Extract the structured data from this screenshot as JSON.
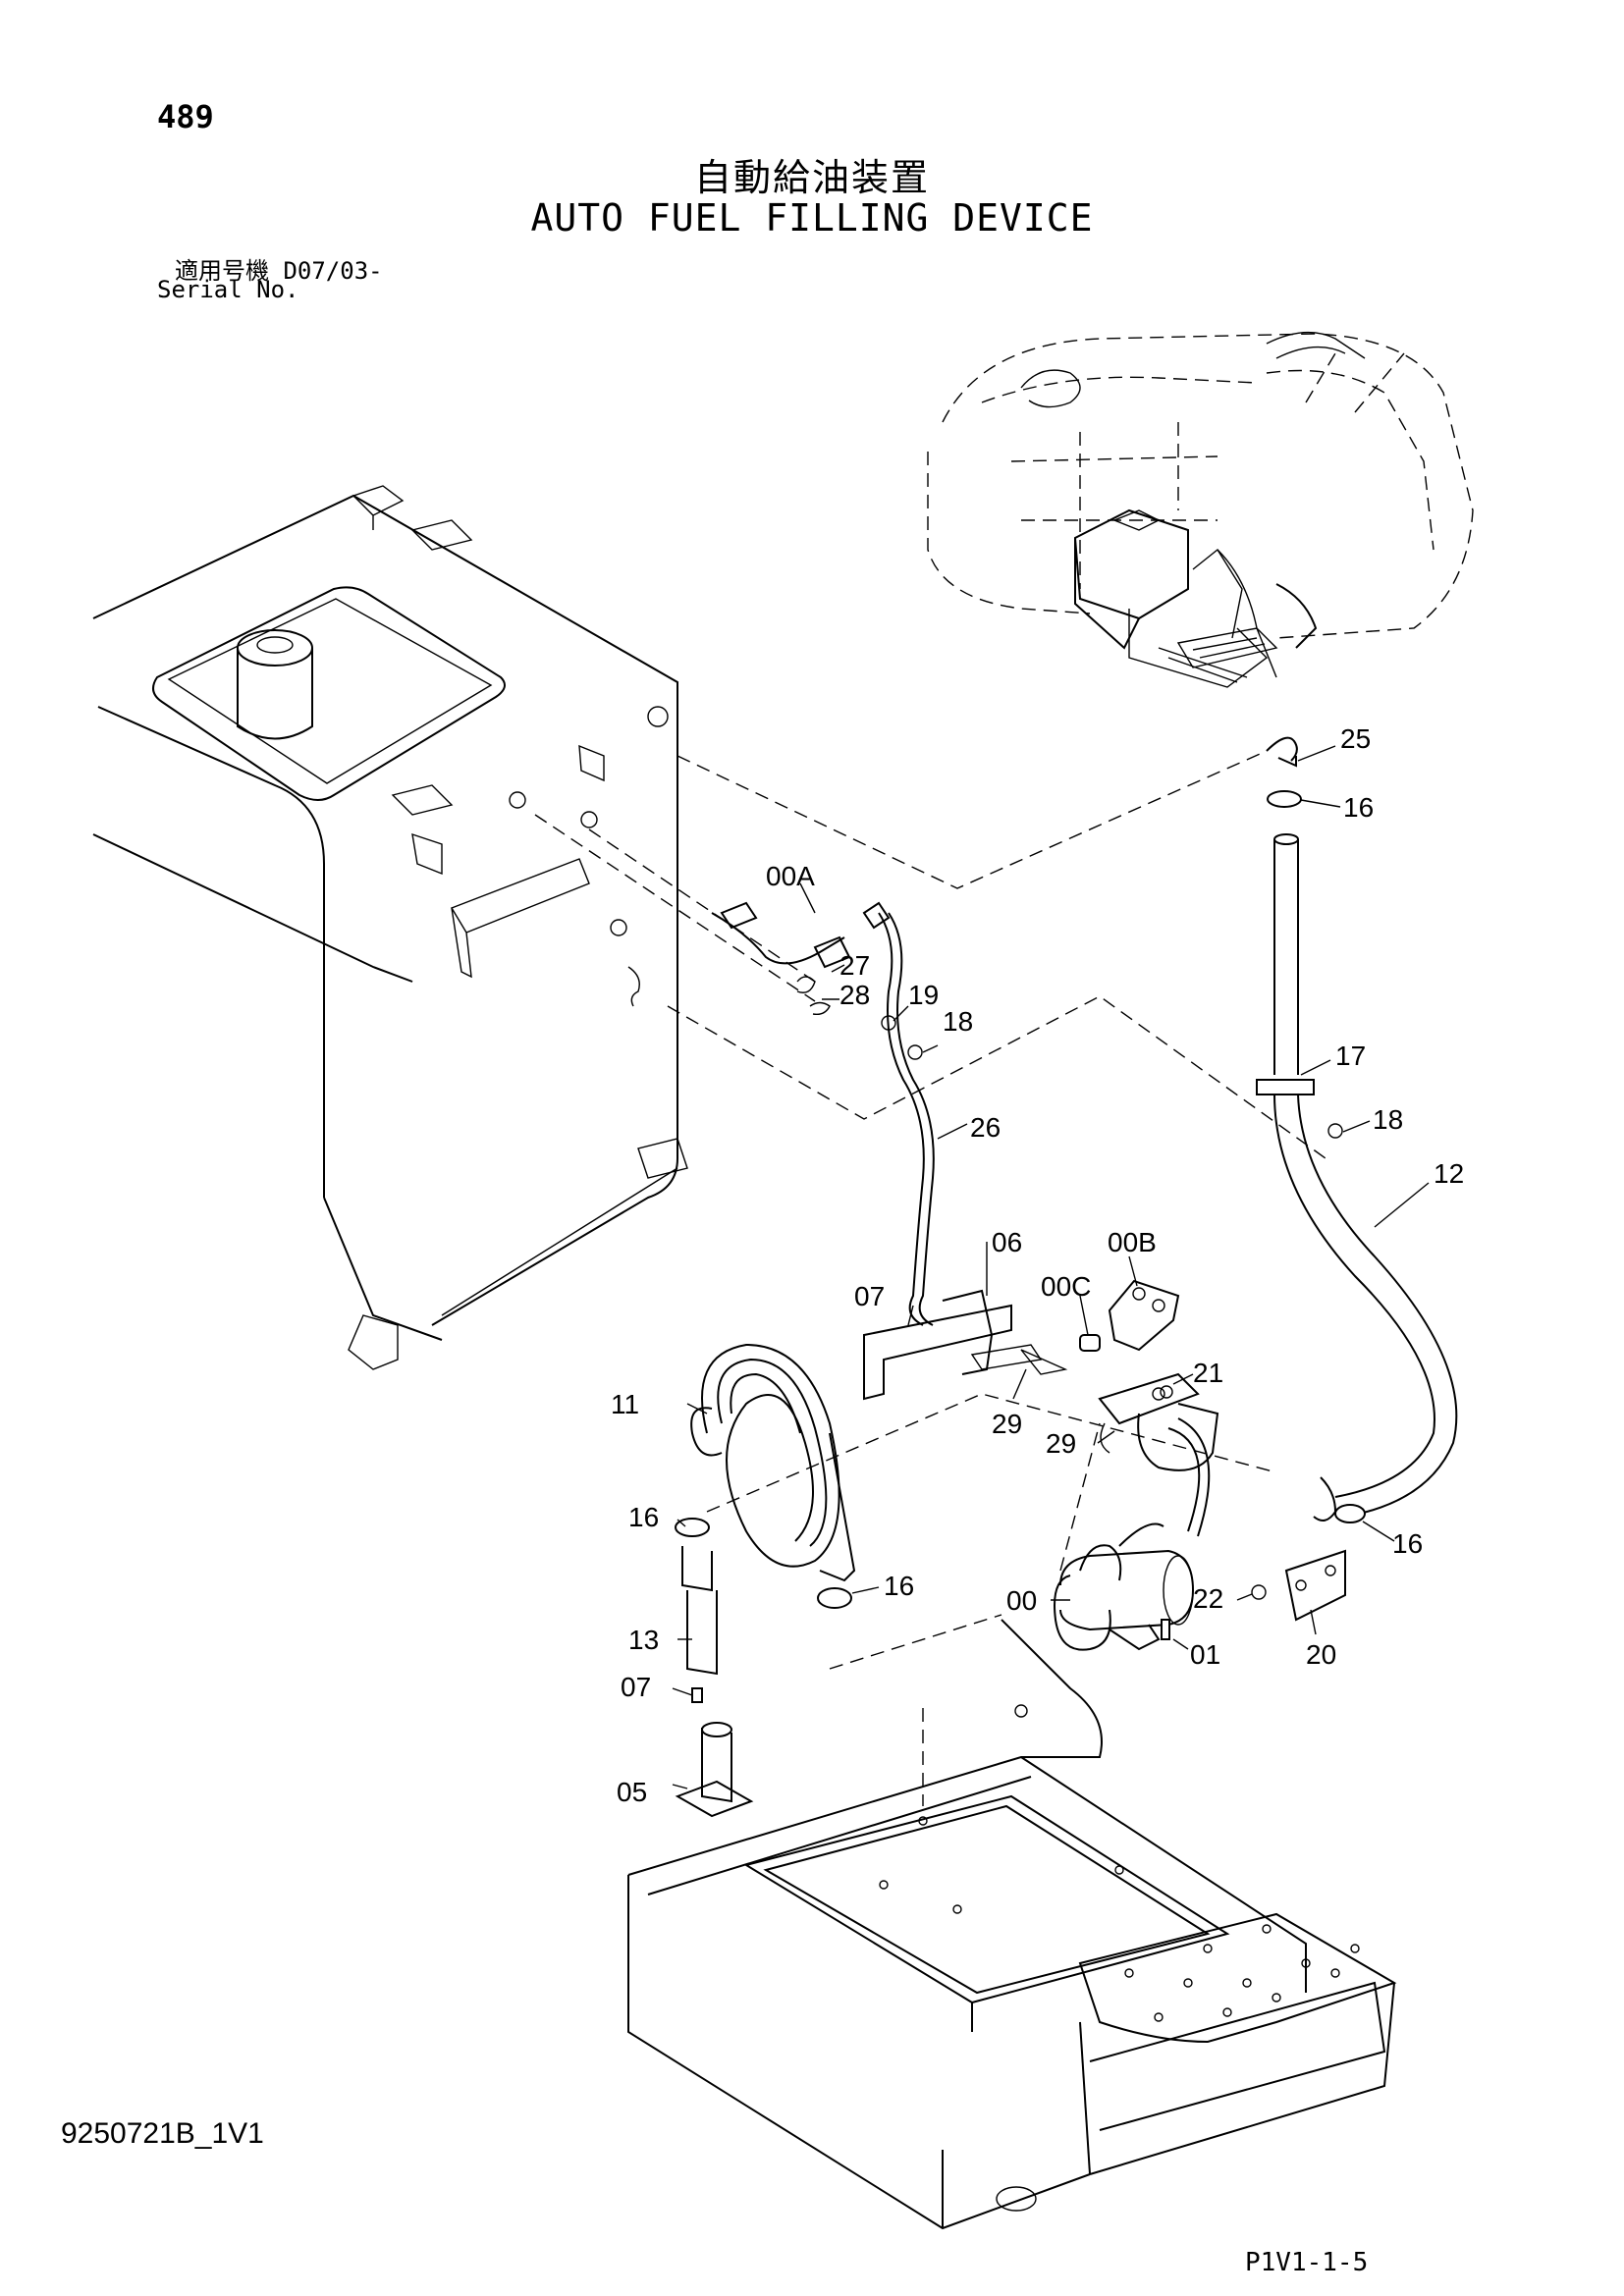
{
  "header": {
    "page_number": "489",
    "title_jp": "自動給油装置",
    "title_en": "AUTO FUEL FILLING DEVICE",
    "serial_label_jp": "適用号機  D07/03-",
    "serial_label_en": "Serial No."
  },
  "footer": {
    "drawing_code": "9250721B_1V1",
    "sheet_ref": "P1V1-1-5"
  },
  "callouts": {
    "c00": "00",
    "c00A": "00A",
    "c00B": "00B",
    "c00C": "00C",
    "c01": "01",
    "c05": "05",
    "c06": "06",
    "c07a": "07",
    "c07b": "07",
    "c11": "11",
    "c12": "12",
    "c13": "13",
    "c16a": "16",
    "c16b": "16",
    "c16c": "16",
    "c16d": "16",
    "c17": "17",
    "c18a": "18",
    "c18b": "18",
    "c19": "19",
    "c20": "20",
    "c21": "21",
    "c22": "22",
    "c25": "25",
    "c26": "26",
    "c27": "27",
    "c28": "28",
    "c29a": "29",
    "c29b": "29"
  }
}
